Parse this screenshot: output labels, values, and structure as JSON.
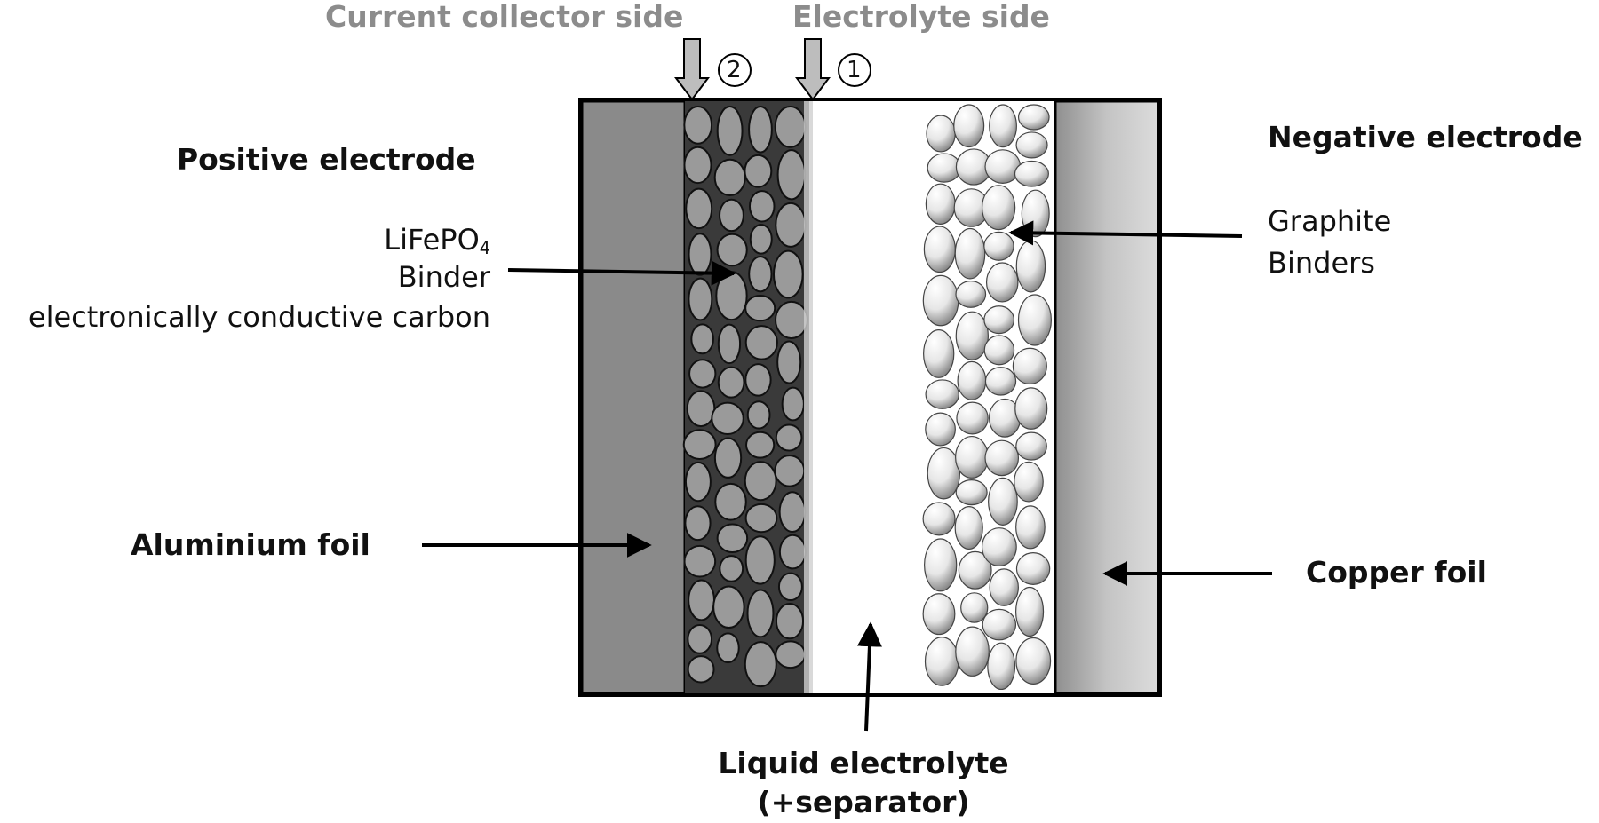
{
  "header": {
    "current_collector_side": "Current collector side",
    "electrolyte_side": "Electrolyte side",
    "marker_2": "2",
    "marker_1": "1"
  },
  "positive": {
    "title": "Positive electrode",
    "material_main": "LiFePO",
    "material_sub": "4",
    "binder": "Binder",
    "carbon": "electronically conductive carbon",
    "foil": "Aluminium foil",
    "foil_color": "#8a8a8a",
    "particle_color": "#9a9a9a"
  },
  "negative": {
    "title": "Negative electrode",
    "graphite": "Graphite",
    "binders": "Binders",
    "foil": "Copper foil",
    "foil_color": "#b5b5b5"
  },
  "electrolyte": {
    "line1": "Liquid electrolyte",
    "line2": "(+separator)"
  }
}
